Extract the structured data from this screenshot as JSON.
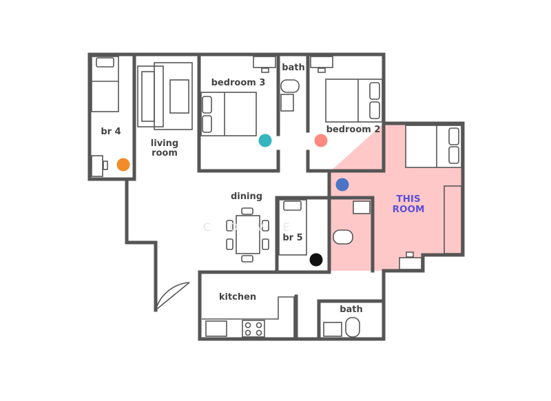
{
  "rooms": {
    "br4": "br 4",
    "living": "living\nroom",
    "bedroom3": "bedroom 3",
    "bath_top": "bath",
    "bedroom2": "bedroom 2",
    "this_room": "THIS\nROOM",
    "dining": "dining",
    "br5": "br 5",
    "kitchen": "kitchen",
    "bath_bottom": "bath"
  },
  "watermark": "COVE",
  "colors": {
    "highlight_fill": "#ffc8c8",
    "highlight_label": "#5a4fd6",
    "wall": "#555555",
    "dot_orange": "#f28c28",
    "dot_teal": "#34b5bf",
    "dot_salmon": "#ff8a80",
    "dot_blue": "#4a74c6",
    "dot_black": "#111111"
  }
}
